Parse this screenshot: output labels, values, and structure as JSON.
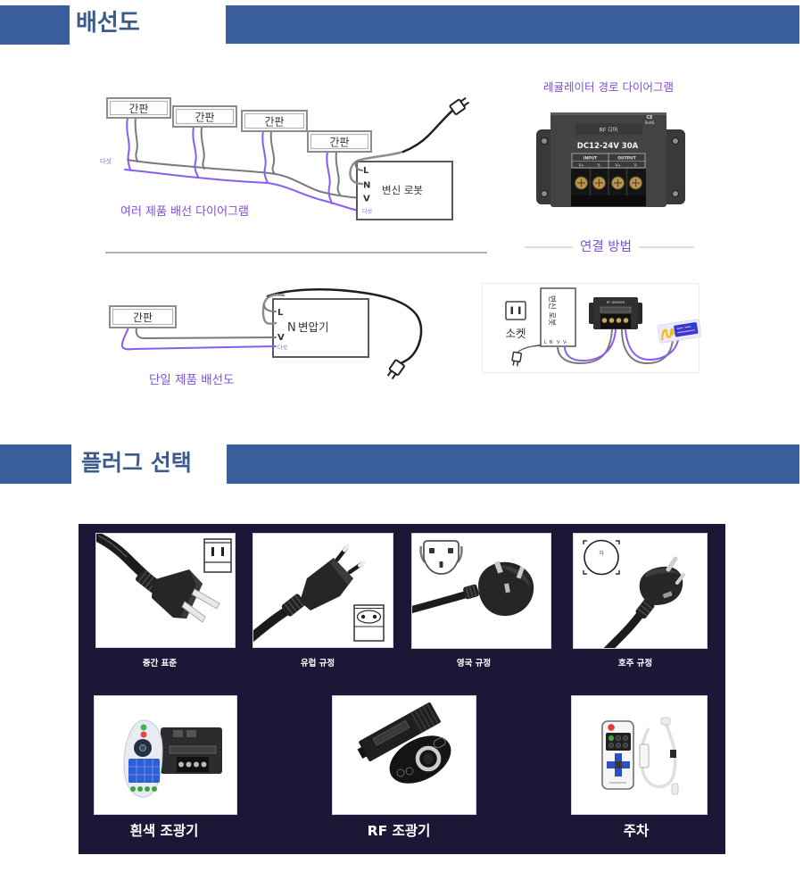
{
  "colors": {
    "header_blue": "#3b5e9d",
    "title_blue": "#3d5a8e",
    "accent_purple": "#7c52d4",
    "wire_purple": "#8a5cf0",
    "wire_gray": "#7a7a7a",
    "panel_dark": "#1c1737"
  },
  "wiring_section": {
    "title": "배선도",
    "multi_diagram": {
      "signboards": [
        "간판",
        "간판",
        "간판",
        "간판"
      ],
      "bus_note": "다섯",
      "terminals": [
        "L",
        "N",
        "V"
      ],
      "terminal_note": "다섯",
      "device_label": "변신 로봇",
      "caption": "여러 제품 배선 다이어그램",
      "plug_icon": "power-plug-icon"
    },
    "regulator": {
      "title": "레귤레이터 경로 다이어그램",
      "device_name": "RF 디머",
      "spec": "DC12-24V 30A",
      "cert_marks": [
        "CE",
        "RoHS"
      ],
      "port_groups": [
        "INPUT",
        "OUTPUT"
      ],
      "port_terminals": [
        "V+",
        "V-",
        "V+",
        "V-"
      ]
    },
    "connection_heading": "연결 방법",
    "single_diagram": {
      "signboard": "간판",
      "terminals": [
        "L",
        "N",
        "V"
      ],
      "terminal_note": "다섯",
      "device_label": "변압기",
      "caption": "단일 제품 배선도",
      "plug_icon": "power-plug-icon"
    },
    "connection_diagram": {
      "socket_icon": "wall-socket-icon",
      "socket_label": "소켓",
      "transformer_label": "변신 로봇",
      "terminals": [
        "L",
        "N",
        "V",
        "V-"
      ],
      "dimmer_label": "RF DIMMER",
      "sign_icon": "neon-sign-icon"
    }
  },
  "plug_section": {
    "title": "플러그 선택",
    "plugs": [
      {
        "label": "중간 표준",
        "icon": "us-plug-icon"
      },
      {
        "label": "유럽 규정",
        "icon": "eu-plug-icon"
      },
      {
        "label": "영국 규정",
        "icon": "uk-plug-icon"
      },
      {
        "label": "호주 규정",
        "icon": "au-plug-icon",
        "socket_mark": "하"
      }
    ],
    "controllers": [
      {
        "label": "흰색 조광기",
        "icon": "white-dimmer-remote-icon"
      },
      {
        "label": "RF 조광기",
        "icon": "rf-dimmer-remote-icon"
      },
      {
        "label": "주차",
        "icon": "mini-remote-controller-icon"
      }
    ]
  }
}
